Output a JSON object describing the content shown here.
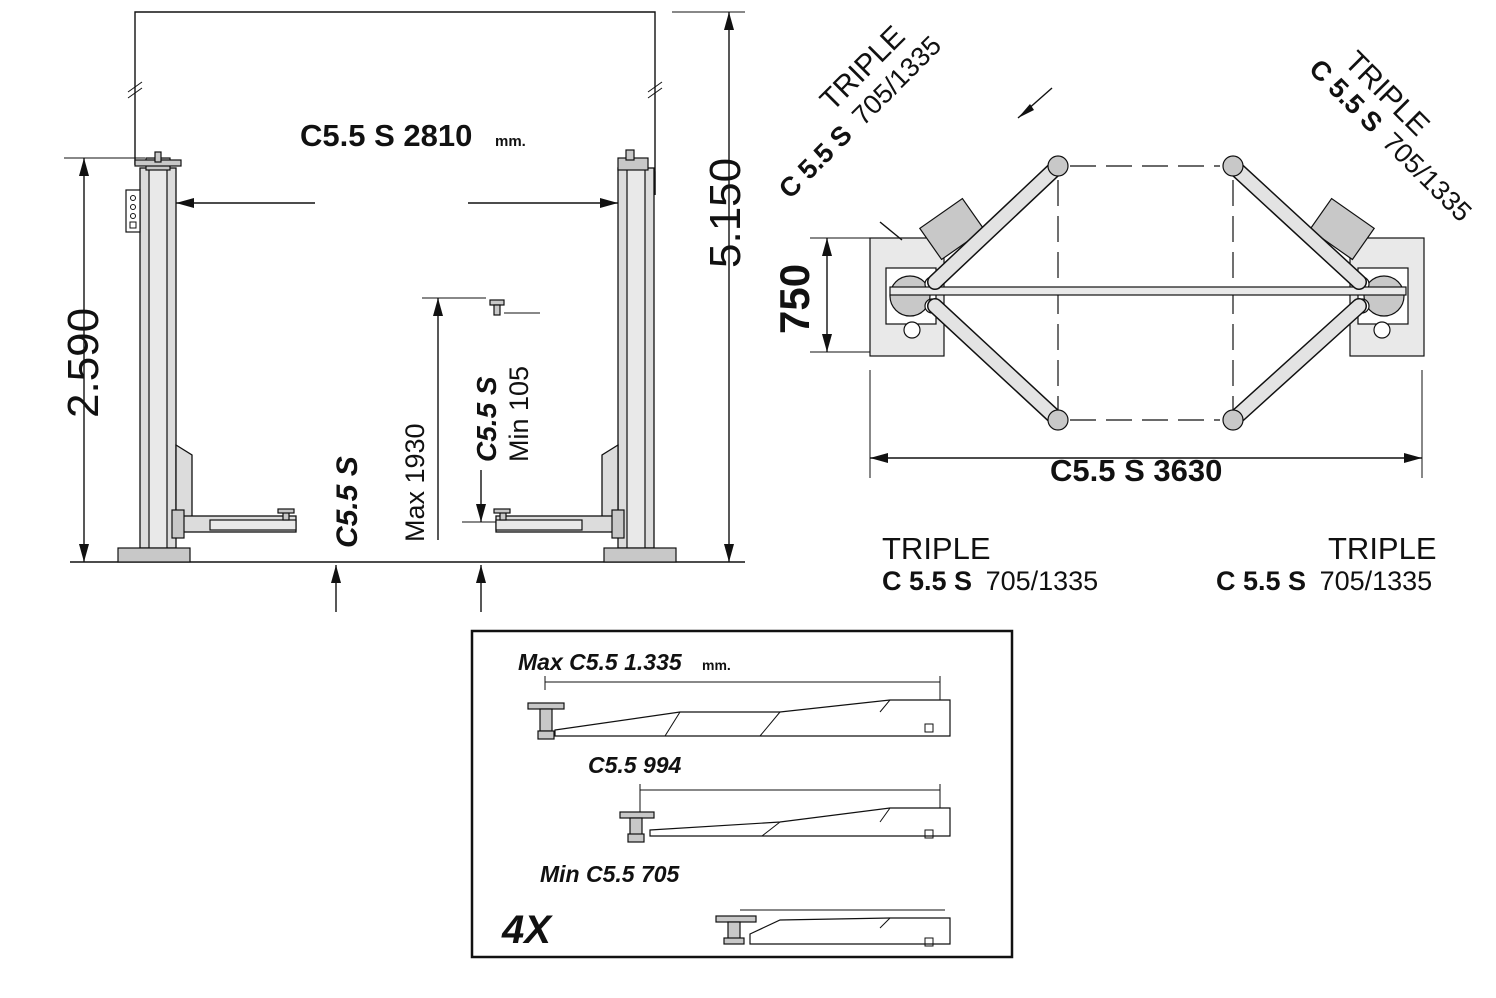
{
  "front_view": {
    "width_label": "C5.5 S 2810",
    "width_unit": "mm.",
    "total_height": "5.150",
    "column_height": "2.590",
    "model_label": "C5.5 S",
    "max_height_label": "Max 1930",
    "min_height_model": "C5.5 S",
    "min_height_label": "Min 105"
  },
  "top_view": {
    "depth": "750",
    "total_width": "C5.5 S 3630",
    "arm_labels": [
      {
        "title": "TRIPLE",
        "model": "C 5.5 S",
        "range": "705/1335"
      },
      {
        "title": "TRIPLE",
        "model": "C 5.5 S",
        "range": "705/1335"
      },
      {
        "title": "TRIPLE",
        "model": "C 5.5 S",
        "range": "705/1335"
      },
      {
        "title": "TRIPLE",
        "model": "C 5.5 S",
        "range": "705/1335"
      }
    ]
  },
  "arm_detail": {
    "max_label": "Max C5.5  1.335",
    "max_unit": "mm.",
    "mid_label": "C5.5 994",
    "min_label": "Min C5.5 705",
    "quantity": "4X"
  }
}
